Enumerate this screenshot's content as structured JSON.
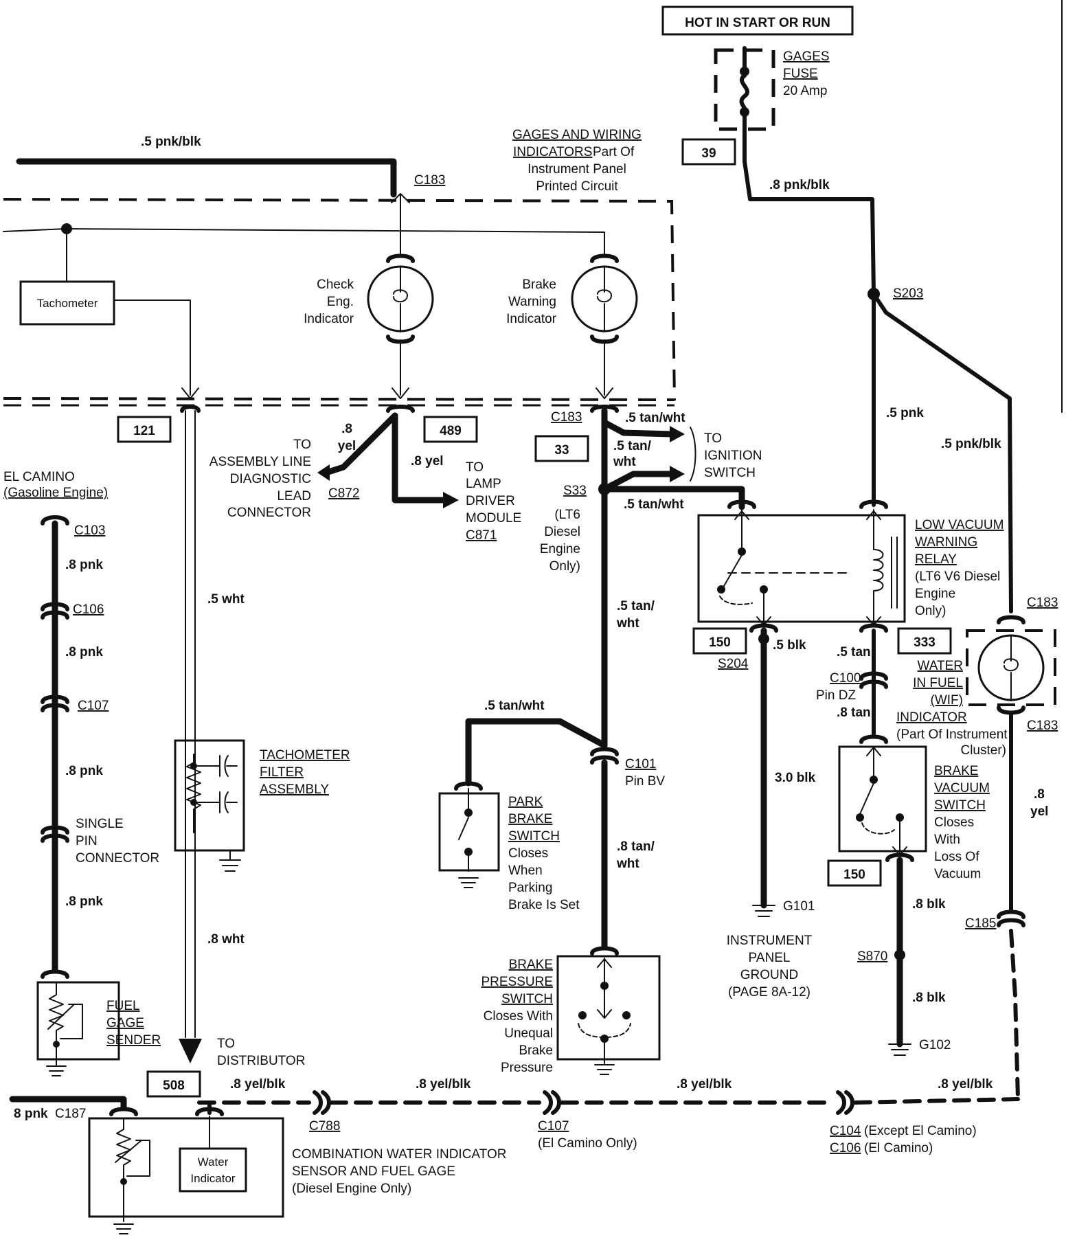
{
  "title": "HOT IN START OR RUN",
  "fuse": {
    "name_line1": "GAGES",
    "name_line2": "FUSE",
    "rating": "20 Amp",
    "ref": "39"
  },
  "circuit_numbers": [
    "121",
    "489",
    "33",
    "150",
    "333",
    "150",
    "508"
  ],
  "panel": {
    "line1": "GAGES AND WIRING",
    "line2a": "INDICATORS",
    "line2b": " Part Of",
    "line3": "Instrument Panel",
    "line4": "Printed Circuit"
  },
  "components": {
    "tachometer": "Tachometer",
    "check_engine": [
      "Check",
      "Eng.",
      "Indicator"
    ],
    "brake_warning": [
      "Brake",
      "Warning",
      "Indicator"
    ],
    "el_camino": [
      "EL CAMINO",
      "(Gasoline Engine)"
    ],
    "assembly_line": [
      "TO",
      "ASSEMBLY LINE",
      "DIAGNOSTIC",
      "LEAD",
      "CONNECTOR"
    ],
    "lamp_driver": [
      "TO",
      "LAMP",
      "DRIVER",
      "MODULE"
    ],
    "ignition": [
      "TO",
      "IGNITION",
      "SWITCH"
    ],
    "lt6_note": [
      "(LT6",
      "Diesel",
      "Engine",
      "Only)"
    ],
    "relay": [
      "LOW VACUUM",
      "WARNING",
      "RELAY",
      "(LT6 V6 Diesel",
      "Engine",
      "Only)"
    ],
    "wif": [
      "WATER",
      "IN FUEL",
      "(WIF)",
      "INDICATOR",
      "(Part Of Instrument",
      "Cluster)"
    ],
    "tach_filter": [
      "TACHOMETER",
      "FILTER",
      "ASSEMBLY"
    ],
    "single_pin": [
      "SINGLE",
      "PIN",
      "CONNECTOR"
    ],
    "park_brake": [
      "PARK",
      "BRAKE",
      "SWITCH",
      "Closes",
      "When",
      "Parking",
      "Brake Is Set"
    ],
    "brake_vacuum": [
      "BRAKE",
      "VACUUM",
      "SWITCH",
      "Closes",
      "With",
      "Loss Of",
      "Vacuum"
    ],
    "ground_ip": [
      "INSTRUMENT",
      "PANEL",
      "GROUND",
      "(PAGE 8A-12)"
    ],
    "fuel_gage": [
      "FUEL",
      "GAGE",
      "SENDER"
    ],
    "distributor": [
      "TO",
      "DISTRIBUTOR"
    ],
    "brake_pressure": [
      "BRAKE",
      "PRESSURE",
      "SWITCH",
      "Closes With",
      "Unequal",
      "Brake",
      "Pressure"
    ],
    "water_indicator": [
      "Water",
      "Indicator"
    ],
    "combination": [
      "COMBINATION WATER INDICATOR",
      "SENSOR AND FUEL GAGE",
      "(Diesel Engine Only)"
    ]
  },
  "connectors": {
    "c183": "C183",
    "c872": "C872",
    "c871": "C871",
    "s33": "S33",
    "s203": "S203",
    "c103": "C103",
    "c106": "C106",
    "c107": "C107",
    "c101": "C101",
    "c101_pin": "Pin BV",
    "s204": "S204",
    "c100": "C100",
    "c100_pin": "Pin DZ",
    "c185": "C185",
    "g101": "G101",
    "s870": "S870",
    "g102": "G102",
    "c187": "C187",
    "c788": "C788",
    "c107_note": "(El Camino Only)",
    "c104": "C104",
    "c104_note": " (Except El Camino)",
    "c106_note": " (El Camino)"
  },
  "wires": {
    "pnk_blk_5": ".5 pnk/blk",
    "pnk_blk_8": ".8 pnk/blk",
    "pnk_5": ".5 pnk",
    "tan_wht_5": ".5 tan/wht",
    "tan_wht_split": [
      ".5 tan/",
      "wht"
    ],
    "tan_wht_8": [
      ".8 tan/",
      "wht"
    ],
    "yel_8_split": [
      ".8",
      "yel"
    ],
    "yel_8": ".8 yel",
    "pnk_8": ".8 pnk",
    "wht_5": ".5 wht",
    "wht_8": ".8 wht",
    "blk_5": ".5 blk",
    "blk_30": "3.0 blk",
    "tan_5": ".5 tan",
    "tan_8": ".8 tan",
    "blk_8": ".8 blk",
    "yel_blk_8": ".8 yel/blk",
    "pnk_8_c187": "8 pnk"
  }
}
